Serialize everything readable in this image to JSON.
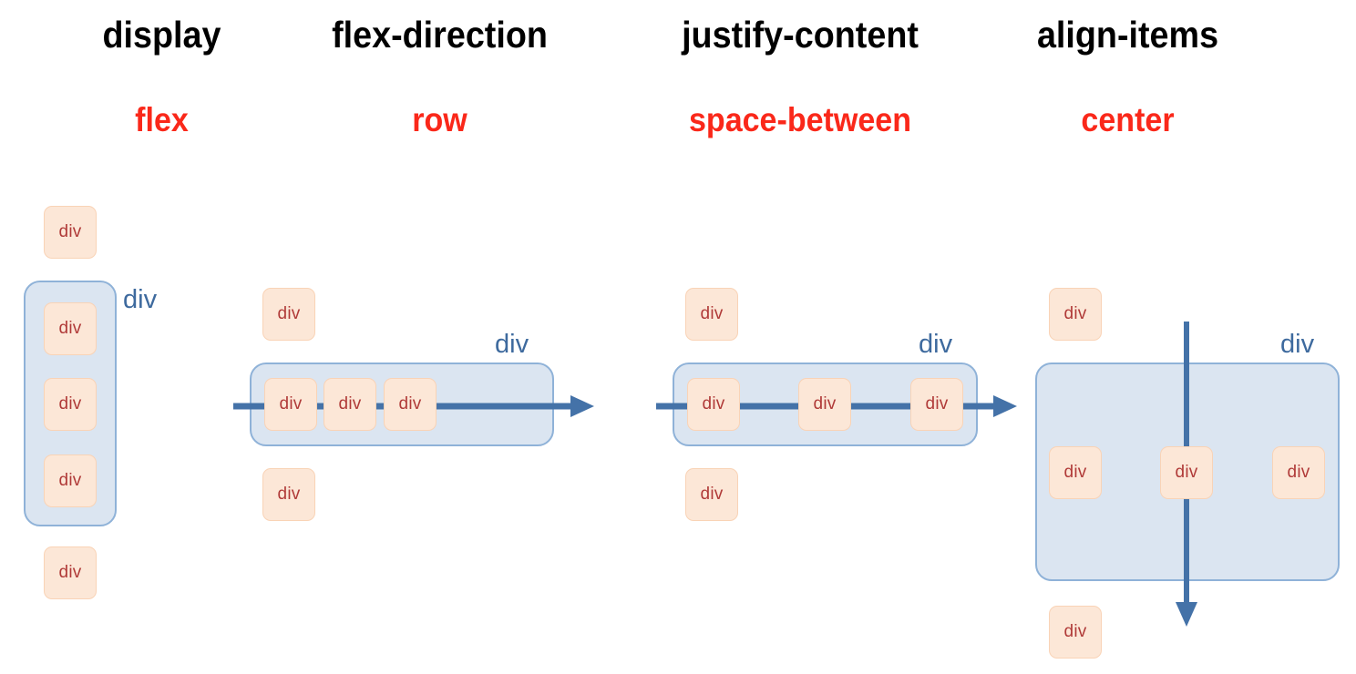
{
  "page": {
    "title": "CSS Flexbox properties diagram",
    "background": "#ffffff"
  },
  "colors": {
    "property_text": "#000000",
    "value_text": "#fa281a",
    "item_fill": "#fce7d7",
    "item_border": "#f9d3b6",
    "item_text": "#b03a38",
    "container_fill": "#dbe5f1",
    "container_border": "#8fb2d8",
    "container_label": "#3e6a9e",
    "axis_arrow": "#4472a8"
  },
  "header": {
    "columns": [
      {
        "property": "display",
        "value": "flex"
      },
      {
        "property": "flex-direction",
        "value": "row"
      },
      {
        "property": "justify-content",
        "value": "space-between"
      },
      {
        "property": "align-items",
        "value": "center"
      }
    ]
  },
  "labels": {
    "item": "div",
    "container": "div"
  },
  "columns": [
    {
      "id": "display-flex",
      "property": "display",
      "value": "flex",
      "container_label": "div",
      "container_orientation": "vertical",
      "outside_items_above": 1,
      "outside_items_below": 1,
      "inside_items": 3,
      "axis": "none"
    },
    {
      "id": "flex-direction-row",
      "property": "flex-direction",
      "value": "row",
      "container_label": "div",
      "container_orientation": "horizontal",
      "outside_items_above": 1,
      "outside_items_below": 1,
      "inside_items": 3,
      "inside_packing": "flex-start",
      "axis": "horizontal-arrow-right"
    },
    {
      "id": "justify-content-space-between",
      "property": "justify-content",
      "value": "space-between",
      "container_label": "div",
      "container_orientation": "horizontal",
      "outside_items_above": 1,
      "outside_items_below": 1,
      "inside_items": 3,
      "inside_packing": "space-between",
      "axis": "horizontal-arrow-right"
    },
    {
      "id": "align-items-center",
      "property": "align-items",
      "value": "center",
      "container_label": "div",
      "container_orientation": "box",
      "outside_items_above": 1,
      "outside_items_below": 1,
      "inside_items": 3,
      "inside_packing": "space-between-centered",
      "axis": "vertical-arrow-down"
    }
  ]
}
